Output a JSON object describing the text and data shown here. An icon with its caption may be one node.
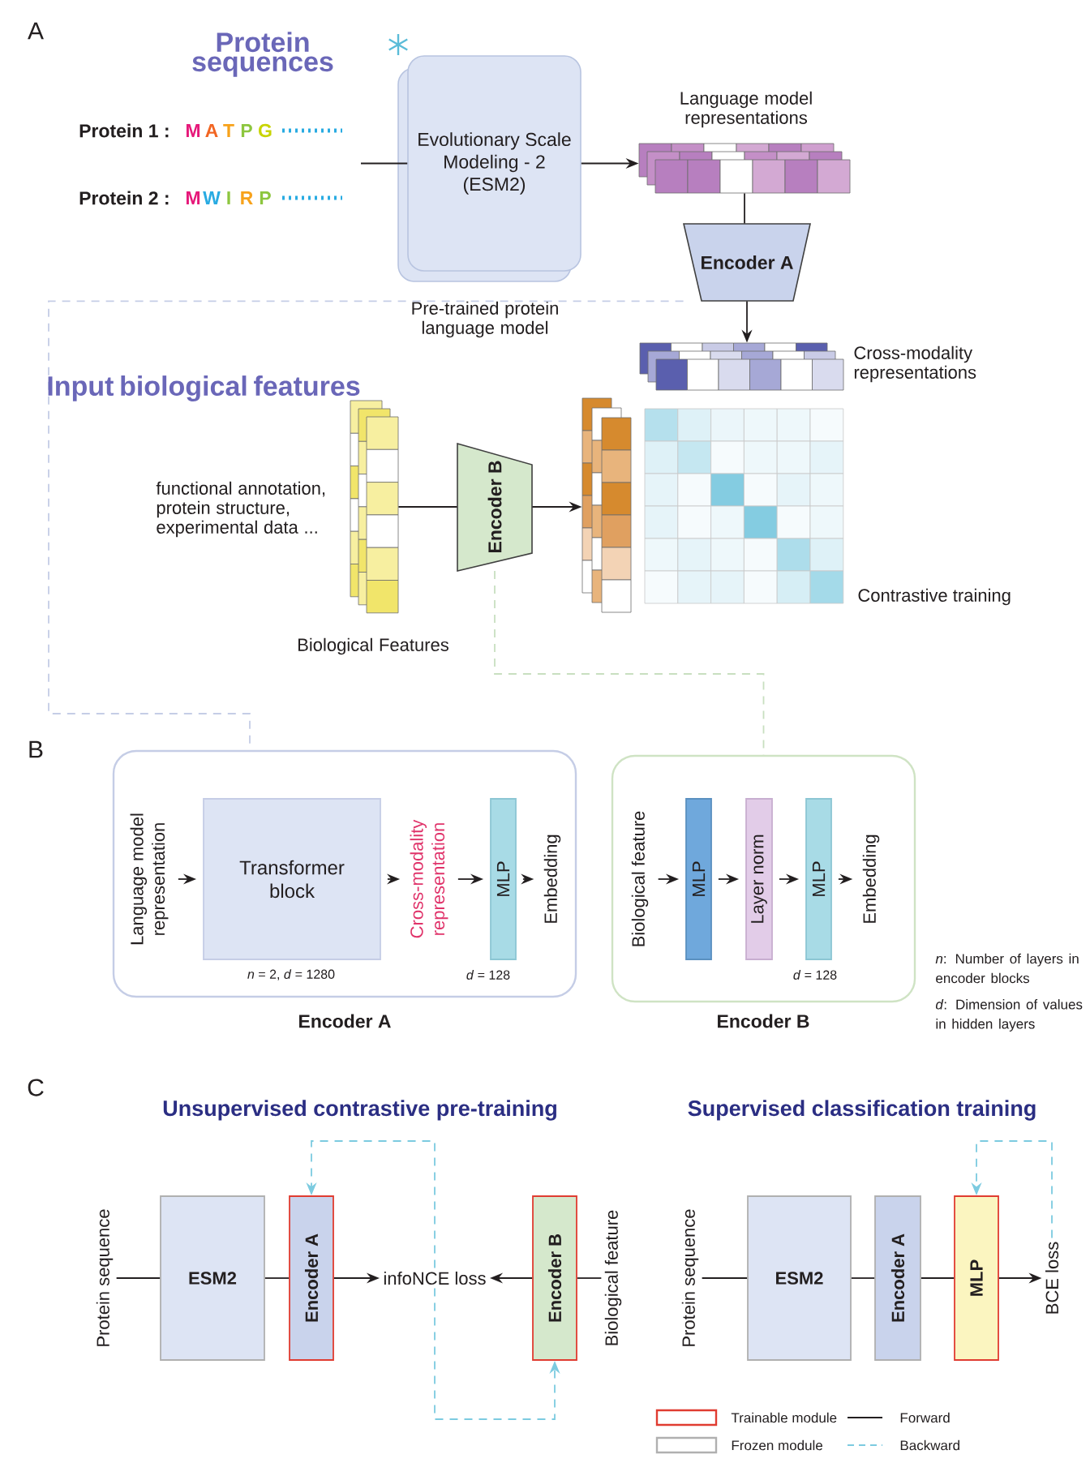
{
  "diagram": {
    "nodes": [
      {
        "text": [
          "Evolutionary Scale Modeling - 2 (ESM2)"
        ],
        "beside": [
          "Pre-trained protein language model"
        ]
      },
      {
        "text": [
          "Language model representations"
        ]
      },
      {
        "text": [
          "Encoder A"
        ]
      },
      {
        "text": [
          "Cross-modality representations"
        ]
      },
      {
        "text": [
          "Biological Features"
        ],
        "beside": [
          "functional annotation, protein structure, experimental data ..."
        ]
      },
      {
        "text": [
          "Encoder B"
        ]
      },
      {
        "text": [],
        "shape": "box"
      },
      {
        "text": [
          "Encoder A"
        ]
      },
      {
        "text": [
          "Language model representation"
        ],
        "in": 7
      },
      {
        "text": [
          "Transformer block"
        ],
        "in": 7,
        "beside": [
          "*n* = 2, *d* = 1280"
        ]
      },
      {
        "text": [
          "Cross-modality representation"
        ],
        "in": 7
      },
      {
        "text": [
          "MLP"
        ],
        "in": 7,
        "beside": [
          "*d* = 128"
        ]
      },
      {
        "text": [
          "Embedding"
        ],
        "in": 7
      },
      {
        "text": [
          "Encoder B"
        ]
      },
      {
        "text": [
          "Biological feature"
        ],
        "in": 13
      },
      {
        "text": [
          "MLP"
        ],
        "in": 13
      },
      {
        "text": [
          "Layer norm"
        ],
        "in": 13
      },
      {
        "text": [
          "MLP"
        ],
        "in": 13,
        "beside": [
          "*d* = 128"
        ]
      },
      {
        "text": [
          "Embedding"
        ],
        "in": 13
      },
      {
        "text": [
          "Protein sequence"
        ]
      },
      {
        "text": [
          "ESM2"
        ]
      },
      {
        "text": [
          "Encoder A"
        ]
      },
      {
        "text": [
          "infoNCE loss"
        ]
      },
      {
        "text": [
          "Encoder B"
        ]
      },
      {
        "text": [
          "Biological feature"
        ]
      },
      {
        "text": [
          "Protein sequence"
        ]
      },
      {
        "text": [
          "ESM2"
        ]
      },
      {
        "text": [
          "Encoder A"
        ]
      },
      {
        "text": [
          "MLP"
        ]
      },
      {
        "text": [
          "BCE loss"
        ]
      }
    ],
    "edges": [
      {
        "from": null,
        "to": 0,
        "arrow": "none"
      },
      {
        "from": 0,
        "to": 1,
        "arrow": "to"
      },
      {
        "from": 1,
        "to": 2,
        "arrow": "none"
      },
      {
        "from": 2,
        "to": 3,
        "arrow": "to"
      },
      {
        "from": 4,
        "to": 5,
        "arrow": "none"
      },
      {
        "from": 5,
        "to": 6,
        "arrow": "to"
      },
      {
        "from": 2,
        "to": 7,
        "arrow": "none",
        "style": "dashed",
        "color": "#c5cde6"
      },
      {
        "from": 5,
        "to": 13,
        "arrow": "none",
        "style": "dashed",
        "color": "#c8dfc0"
      },
      {
        "from": 8,
        "to": 9,
        "arrow": "to"
      },
      {
        "from": 9,
        "to": 10,
        "arrow": "to"
      },
      {
        "from": 10,
        "to": 11,
        "arrow": "to"
      },
      {
        "from": 11,
        "to": 12,
        "arrow": "to"
      },
      {
        "from": 14,
        "to": 15,
        "arrow": "to"
      },
      {
        "from": 15,
        "to": 16,
        "arrow": "to"
      },
      {
        "from": 16,
        "to": 17,
        "arrow": "to"
      },
      {
        "from": 17,
        "to": 18,
        "arrow": "to"
      },
      {
        "from": 19,
        "to": 20,
        "arrow": "none"
      },
      {
        "from": 20,
        "to": 21,
        "arrow": "none"
      },
      {
        "from": 21,
        "to": 22,
        "arrow": "to"
      },
      {
        "from": 24,
        "to": 23,
        "arrow": "none"
      },
      {
        "from": 23,
        "to": 22,
        "arrow": "to"
      },
      {
        "from": 22,
        "to": 21,
        "arrow": "to",
        "style": "dashed",
        "color": "#7ccbe0"
      },
      {
        "from": 22,
        "to": 23,
        "arrow": "to",
        "style": "dashed",
        "color": "#7ccbe0"
      },
      {
        "from": 25,
        "to": 26,
        "arrow": "none"
      },
      {
        "from": 26,
        "to": 27,
        "arrow": "none"
      },
      {
        "from": 27,
        "to": 28,
        "arrow": "none"
      },
      {
        "from": 28,
        "to": 29,
        "arrow": "to"
      },
      {
        "from": 29,
        "to": 28,
        "arrow": "to",
        "style": "dashed",
        "color": "#7ccbe0"
      }
    ],
    "labels": [
      "A",
      "Protein sequences",
      "Protein 1 :",
      "M",
      "A",
      "T",
      "P",
      "G",
      "Protein 2 :",
      "M",
      "W",
      "I",
      "R",
      "P",
      "Input biological features",
      "Contrastive training",
      "B",
      "*n*: Number of layers in encoder blocks",
      "*d*: Dimension of values in hidden layers",
      "C",
      "Unsupervised contrastive pre-training",
      "Supervised classification training"
    ],
    "legend": [
      {
        "text": "Trainable module"
      },
      {
        "text": "Frozen module"
      },
      {
        "text": "Forward"
      },
      {
        "text": "Backward"
      }
    ]
  }
}
